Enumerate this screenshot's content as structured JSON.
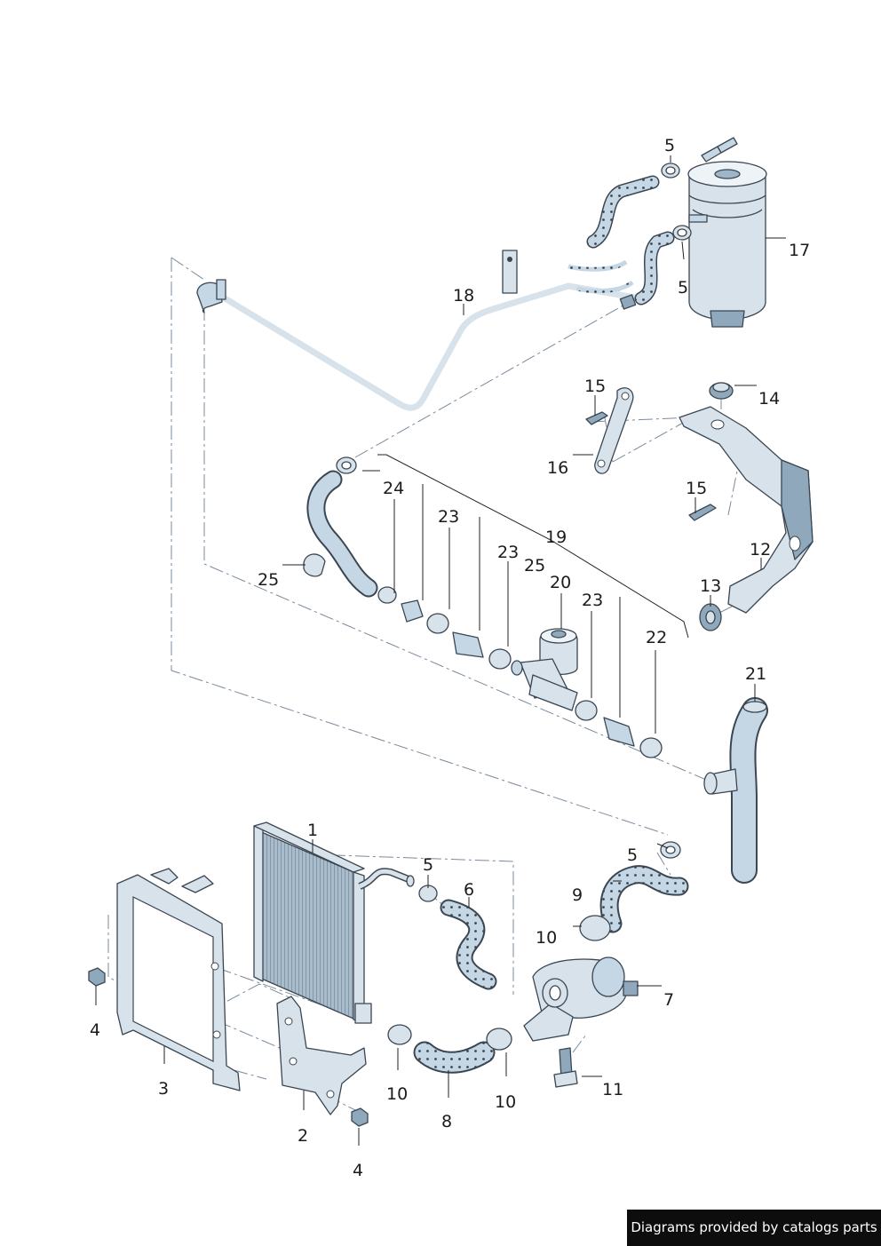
{
  "labels": {
    "l1": "1",
    "l2": "2",
    "l3": "3",
    "l4a": "4",
    "l4b": "4",
    "l5a": "5",
    "l5b": "5",
    "l5c": "5",
    "l5d": "5",
    "l6": "6",
    "l7": "7",
    "l8": "8",
    "l9": "9",
    "l10a": "10",
    "l10b": "10",
    "l10c": "10",
    "l11": "11",
    "l12": "12",
    "l13": "13",
    "l14": "14",
    "l15a": "15",
    "l15b": "15",
    "l16": "16",
    "l17": "17",
    "l18": "18",
    "l19": "19",
    "l20": "20",
    "l21": "21",
    "l22": "22",
    "l23a": "23",
    "l23b": "23",
    "l23c": "23",
    "l24": "24",
    "l25a": "25",
    "l25b": "25"
  },
  "footer": {
    "text": "Diagrams provided by catalogs parts"
  }
}
